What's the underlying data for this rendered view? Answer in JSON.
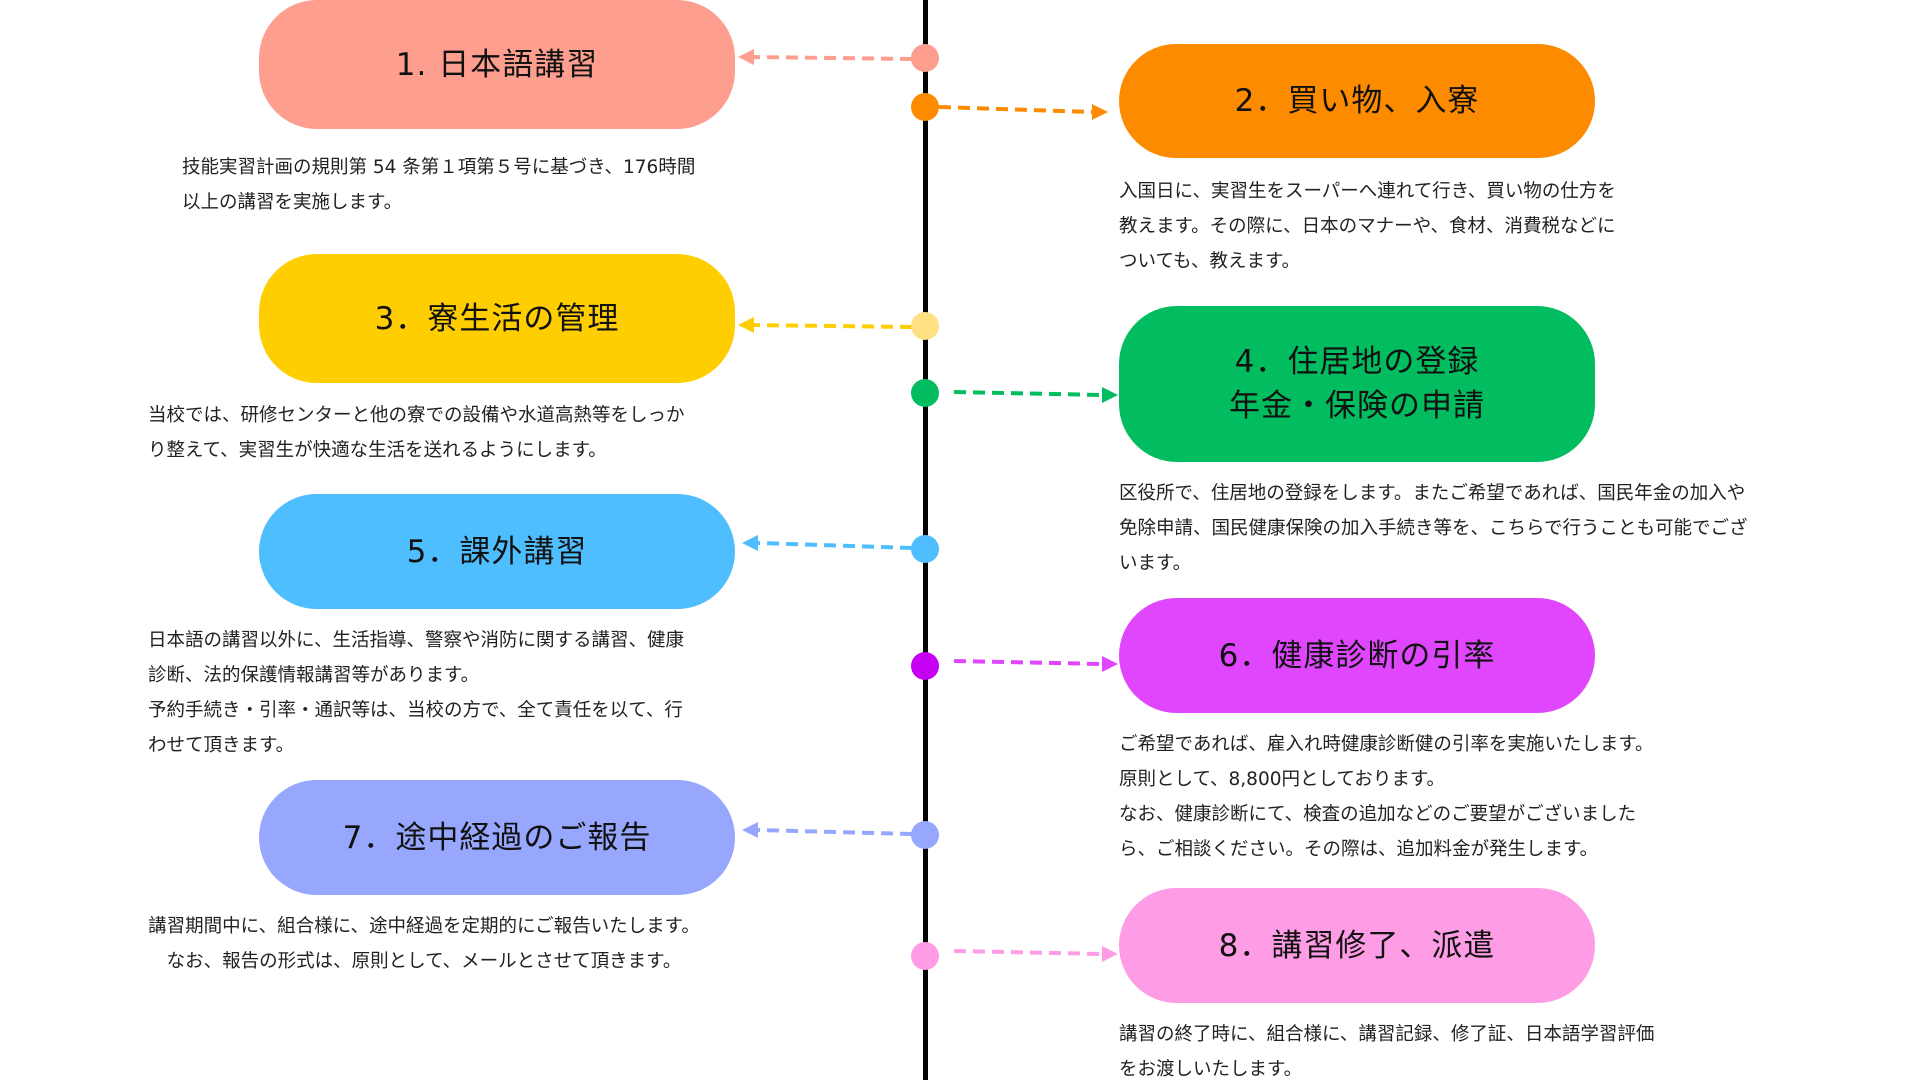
{
  "steps": [
    {
      "number": "1",
      "title_lines": [
        "1. 日本語講習"
      ],
      "color": "#fd9e8e",
      "side": "left",
      "description_lines": [
        "技能実習計画の規則第 54 条第１項第５号に基づき、176時間",
        "以上の講習を実施します。"
      ]
    },
    {
      "number": "2",
      "title_lines": [
        "2．買い物、入寮"
      ],
      "color": "#fd8b00",
      "side": "right",
      "description_lines": [
        "入国日に、実習生をスーパーへ連れて行き、買い物の仕方を",
        "教えます。その際に、日本のマナーや、食材、消費税などに",
        "ついても、教えます。"
      ]
    },
    {
      "number": "3",
      "title_lines": [
        "3．寮生活の管理"
      ],
      "color": "#ffce00",
      "dot_color": "#ffe082",
      "side": "left",
      "description_lines": [
        "当校では、研修センターと他の寮での設備や水道高熱等をしっか",
        "り整えて、実習生が快適な生活を送れるようにします。"
      ]
    },
    {
      "number": "4",
      "title_lines": [
        "4．住居地の登録",
        "年金・保険の申請"
      ],
      "color": "#01bd5f",
      "side": "right",
      "description_lines": [
        "区役所で、住居地の登録をします。またご希望であれば、国民年金の加入や",
        "免除申請、国民健康保険の加入手続き等を、こちらで行うことも可能でござ",
        "います。"
      ]
    },
    {
      "number": "5",
      "title_lines": [
        "5．課外講習"
      ],
      "color": "#4fbefe",
      "side": "left",
      "description_lines": [
        "日本語の講習以外に、生活指導、警察や消防に関する講習、健康",
        "診断、法的保護情報講習等があります。",
        "予約手続き・引率・通訳等は、当校の方で、全て責任を以て、行",
        "わせて頂きます。"
      ]
    },
    {
      "number": "6",
      "title_lines": [
        "6．健康診断の引率"
      ],
      "color": "#e046fd",
      "dot_color": "#c600f0",
      "side": "right",
      "description_lines": [
        "ご希望であれば、雇入れ時健康診断健の引率を実施いたします。",
        "原則として、8,800円としております。",
        "なお、健康診断にて、検査の追加などのご要望がございました",
        "ら、ご相談ください。その際は、追加料金が発生します。"
      ]
    },
    {
      "number": "7",
      "title_lines": [
        "7．途中経過のご報告"
      ],
      "color": "#97a7fe",
      "side": "left",
      "description_lines": [
        "講習期間中に、組合様に、途中経過を定期的にご報告いたします。",
        "なお、報告の形式は、原則として、メールとさせて頂きます。"
      ]
    },
    {
      "number": "8",
      "title_lines": [
        "8．講習修了、派遣"
      ],
      "color": "#fe9de5",
      "side": "right",
      "description_lines": [
        "講習の終了時に、組合様に、講習記録、修了証、日本語学習評価",
        "をお渡しいたします。"
      ]
    }
  ]
}
